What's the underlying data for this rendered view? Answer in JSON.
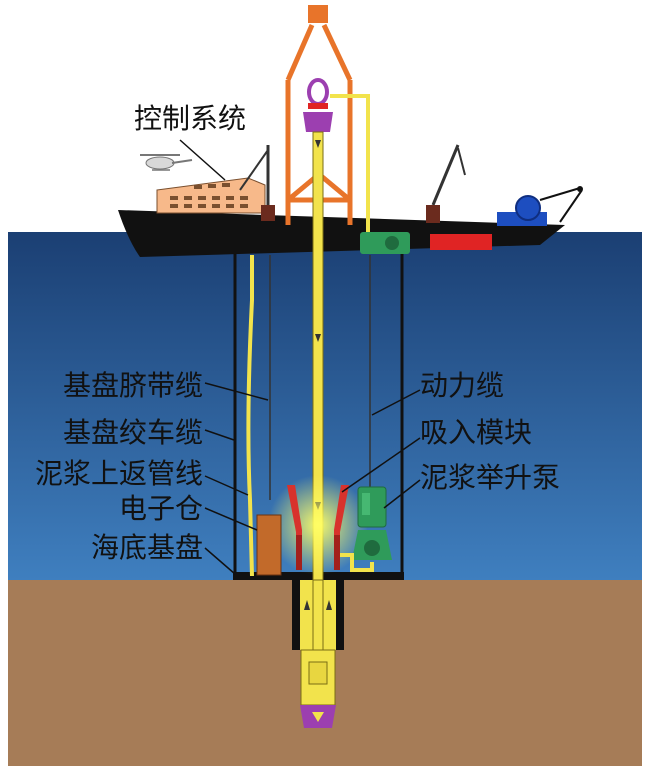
{
  "labels": {
    "control_system": "控制系统",
    "umbilical": "基盘脐带缆",
    "winch_cable": "基盘绞车缆",
    "return_line": "泥浆上返管线",
    "electronics": "电子仓",
    "seabed_base": "海底基盘",
    "power_cable": "动力缆",
    "suction_module": "吸入模块",
    "lift_pump": "泥浆举升泵"
  },
  "colors": {
    "seawater_top": "#1b3f73",
    "seawater_bottom": "#3f7fbf",
    "seabed": "#a67c57",
    "pipe_yellow": "#f2e34c",
    "derrick_orange": "#e8742a",
    "cabin": "#f7b98a",
    "hull": "#111111",
    "pump_green": "#2f9b5a",
    "cone_red": "#d8322c",
    "electronics_box": "#c26a2a",
    "bit_purple": "#9c3fb0"
  },
  "icons": {
    "helicopter": "helicopter-icon",
    "crane": "crane-icon",
    "winch": "winch-icon"
  }
}
